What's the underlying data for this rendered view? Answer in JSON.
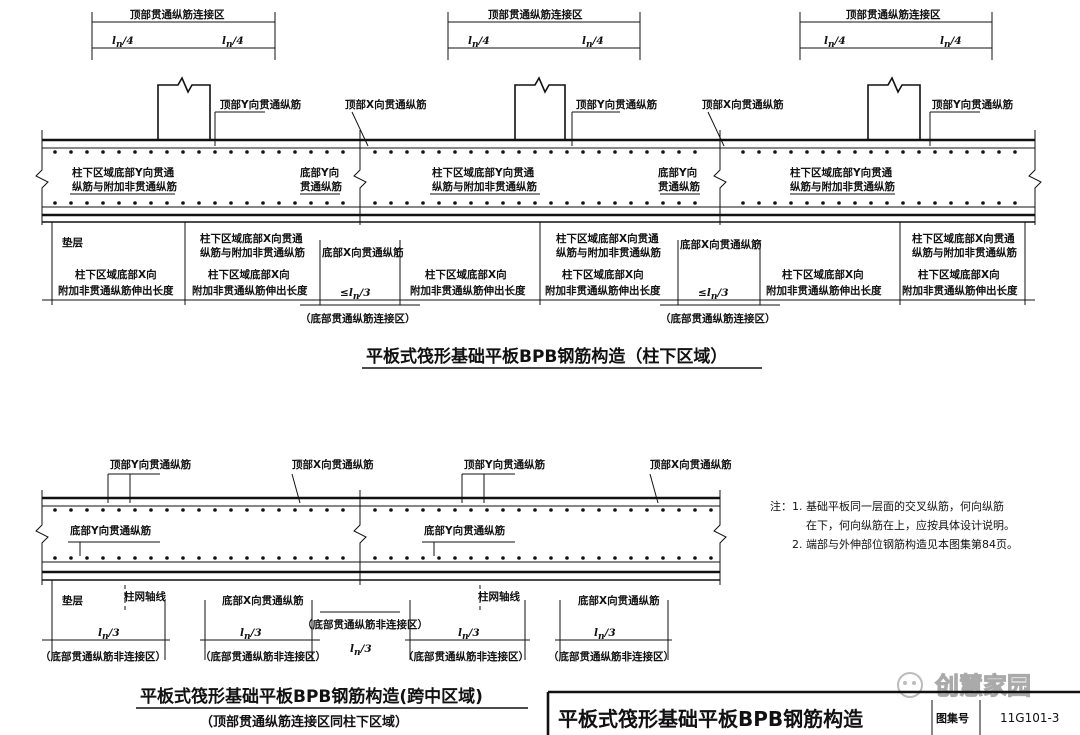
{
  "top_diagram": {
    "top_connection_zone": "顶部贯通纵筋连接区",
    "ln4": "l",
    "ln4_sub": "n",
    "ln4_tail": "/4",
    "top_y_bar": "顶部Y向贯通纵筋",
    "top_x_bar": "顶部X向贯通纵筋",
    "col_zone_y_line1": "柱下区域底部Y向贯通",
    "col_zone_y_line2": "纵筋与附加非贯通纵筋",
    "bottom_y_line1": "底部Y向",
    "bottom_y_line2": "贯通纵筋",
    "col_zone_x_line1": "柱下区域底部X向贯通",
    "col_zone_x_line2": "纵筋与附加非贯通纵筋",
    "bottom_x_bar": "底部X向贯通纵筋",
    "cushion": "垫层",
    "ext_line1": "柱下区域底部X向",
    "ext_line2": "附加非贯通纵筋伸出长度",
    "ln3_prefix": "≤",
    "ln3_tail": "/3",
    "bottom_connection_zone": "（底部贯通纵筋连接区）",
    "title": "平板式筏形基础平板BPB钢筋构造（柱下区域）"
  },
  "bottom_diagram": {
    "top_y_bar": "顶部Y向贯通纵筋",
    "top_x_bar": "顶部X向贯通纵筋",
    "bottom_y_bar": "底部Y向贯通纵筋",
    "bottom_x_bar": "底部X向贯通纵筋",
    "cushion": "垫层",
    "grid_axis": "柱网轴线",
    "ln3_tail": "/3",
    "non_connection_zone": "（底部贯通纵筋非连接区）",
    "title": "平板式筏形基础平板BPB钢筋构造(跨中区域)",
    "subtitle": "（顶部贯通纵筋连接区同柱下区域）"
  },
  "notes": {
    "prefix": "注：",
    "line1": "1. 基础平板同一层面的交叉纵筋，何向纵筋",
    "line2": "在下，何向纵筋在上，应按具体设计说明。",
    "line3": "2. 端部与外伸部位钢筋构造见本图集第84页。"
  },
  "title_block": {
    "main_title": "平板式筏形基础平板BPB钢筋构造",
    "atlas_label": "图集号",
    "atlas_no": "11G101-3"
  },
  "watermark": "创慧家园"
}
